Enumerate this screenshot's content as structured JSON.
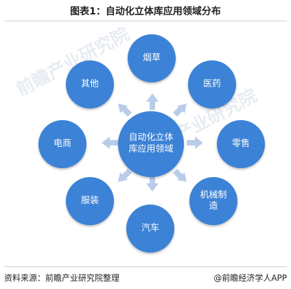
{
  "title": "图表1：自动化立体库应用领域分布",
  "center": {
    "label": "自动化立体库应用领域"
  },
  "nodes": [
    {
      "label": "烟草"
    },
    {
      "label": "医药"
    },
    {
      "label": "零售"
    },
    {
      "label": "机械制造"
    },
    {
      "label": "汽车"
    },
    {
      "label": "服装"
    },
    {
      "label": "电商"
    },
    {
      "label": "其他"
    }
  ],
  "colors": {
    "node": "#3c82d6",
    "arrow": "#b9cdea"
  },
  "watermark": "前瞻产业研究院",
  "footer": {
    "source": "资料来源：前瞻产业研究院整理",
    "brand": "@前瞻经济学人APP"
  }
}
